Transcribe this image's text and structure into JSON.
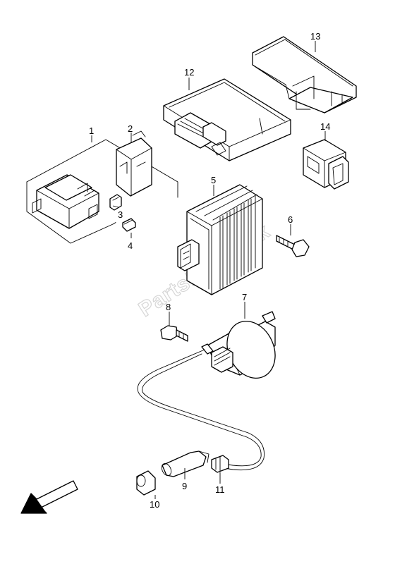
{
  "watermark": "PartsRepublik",
  "callouts": {
    "c1": "1",
    "c2": "2",
    "c3": "3",
    "c4": "4",
    "c5": "5",
    "c6": "6",
    "c7": "7",
    "c8": "8",
    "c9": "9",
    "c10": "10",
    "c11": "11",
    "c12": "12",
    "c13": "13",
    "c14": "14"
  },
  "icons": {
    "direction": "front-direction-arrow-icon"
  }
}
